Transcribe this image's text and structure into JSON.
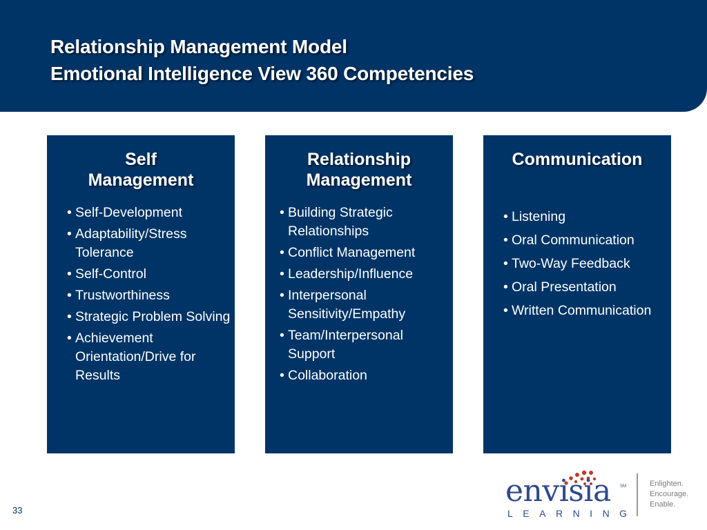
{
  "header": {
    "title_line1": "Relationship Management Model",
    "title_line2": "Emotional Intelligence View 360 Competencies",
    "background_color": "#003466"
  },
  "columns": [
    {
      "heading": "Self Management",
      "items": [
        "Self-Development",
        "Adaptability/Stress Tolerance",
        "Self-Control",
        "Trustworthiness",
        "Strategic Problem Solving",
        "Achievement Orientation/Drive for Results"
      ]
    },
    {
      "heading": "Relationship Management",
      "items": [
        "Building Strategic Relationships",
        "Conflict Management",
        "Leadership/Influence",
        "Interpersonal Sensitivity/Empathy",
        "Team/Interpersonal Support",
        "Collaboration"
      ]
    },
    {
      "heading": "Communication",
      "items": [
        "Listening",
        "Oral Communication",
        "Two-Way Feedback",
        "Oral Presentation",
        "Written Communication"
      ]
    }
  ],
  "footer": {
    "page_number": "33"
  },
  "logo": {
    "word": "envisia",
    "mark": "SM",
    "sub": "LEARNING",
    "tagline": [
      "Enlighten.",
      "Encourage.",
      "Enable."
    ],
    "dot_color": "#c0392b",
    "text_color": "#2e4a8a"
  }
}
